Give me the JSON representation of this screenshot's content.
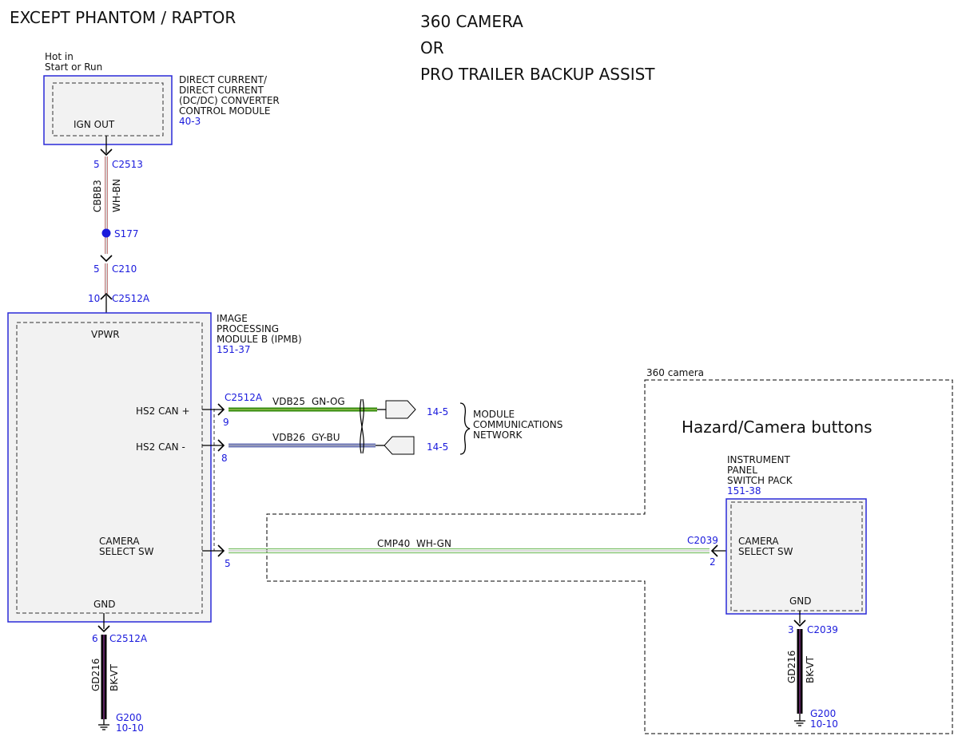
{
  "header": {
    "left_title": "EXCEPT PHANTOM / RAPTOR",
    "right_line1": "360 CAMERA",
    "right_line2": "OR",
    "right_line3": "PRO TRAILER BACKUP ASSIST"
  },
  "dcdc": {
    "note_line1": "Hot in",
    "note_line2": "Start or Run",
    "name_line1": "DIRECT CURRENT/",
    "name_line2": "DIRECT CURRENT",
    "name_line3": "(DC/DC) CONVERTER",
    "name_line4": "CONTROL MODULE",
    "ref": "40-3",
    "pin_label": "IGN OUT"
  },
  "wire_cbbb3": {
    "circuit": "CBBB3",
    "color": "WH-BN",
    "conn1_pin": "5",
    "conn1": "C2513",
    "splice": "S177",
    "conn2_pin": "5",
    "conn2": "C210",
    "conn3_pin": "10",
    "conn3": "C2512A"
  },
  "ipmb": {
    "name_line1": "IMAGE",
    "name_line2": "PROCESSING",
    "name_line3": "MODULE B (IPMB)",
    "ref": "151-37",
    "pin_vpwr": "VPWR",
    "pin_can_plus": "HS2 CAN +",
    "pin_can_minus": "HS2 CAN -",
    "pin_cam_line1": "CAMERA",
    "pin_cam_line2": "SELECT SW",
    "pin_gnd": "GND"
  },
  "can_bus": {
    "connector": "C2512A",
    "plus_pin": "9",
    "plus_circuit": "VDB25",
    "plus_color": "GN-OG",
    "plus_ref": "14-5",
    "minus_pin": "8",
    "minus_circuit": "VDB26",
    "minus_color": "GY-BU",
    "minus_ref": "14-5",
    "network_line1": "MODULE",
    "network_line2": "COMMUNICATIONS",
    "network_line3": "NETWORK"
  },
  "camera_option": {
    "region_label": "360 camera",
    "heading": "Hazard/Camera buttons"
  },
  "cmp_wire": {
    "ipmb_pin": "5",
    "circuit": "CMP40",
    "color": "WH-GN",
    "connector": "C2039",
    "switch_pin": "2"
  },
  "switch_pack": {
    "name_line1": "INSTRUMENT",
    "name_line2": "PANEL",
    "name_line3": "SWITCH PACK",
    "ref": "151-38",
    "pin_cam_line1": "CAMERA",
    "pin_cam_line2": "SELECT SW",
    "pin_gnd": "GND"
  },
  "ground_left": {
    "pin": "6",
    "connector": "C2512A",
    "circuit": "GD216",
    "color": "BK-VT",
    "ground": "G200",
    "ref": "10-10"
  },
  "ground_right": {
    "pin": "3",
    "connector": "C2039",
    "circuit": "GD216",
    "color": "BK-VT",
    "ground": "G200",
    "ref": "10-10"
  },
  "colors": {
    "module_border": "#2a2ad8",
    "ref_text": "#1a1adc",
    "module_fill": "#f2f2f2",
    "wire_gn_og": "#2f8a0a",
    "wire_gy_bu": "#6f78b8",
    "wire_wh_bn": "#c88080",
    "wire_wh_gn": "#7bbf66",
    "wire_bk_vt": "#000000"
  }
}
